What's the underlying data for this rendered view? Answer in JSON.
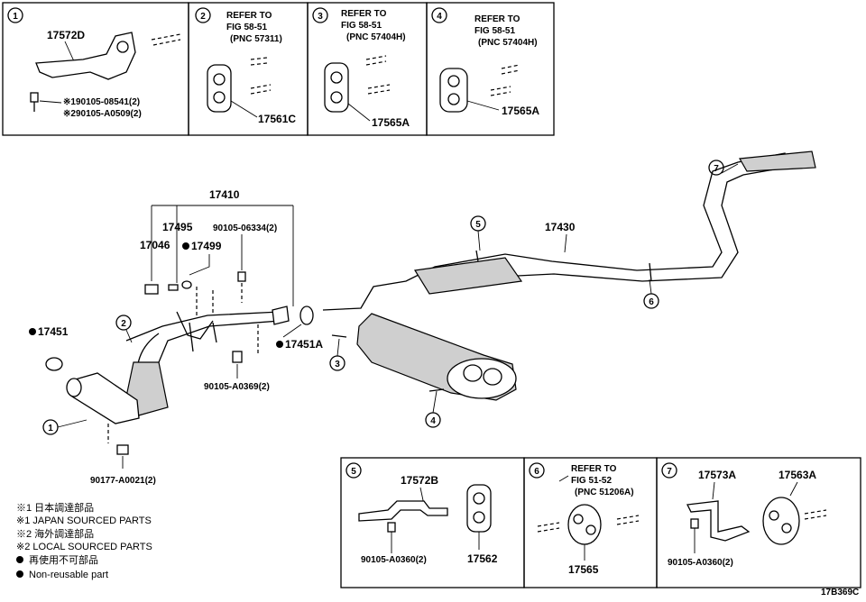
{
  "insets_top": [
    {
      "num": "1",
      "part": "17572D",
      "bolts": [
        "※190105-08541(2)",
        "※290105-A0509(2)"
      ]
    },
    {
      "num": "2",
      "refer": [
        "REFER TO",
        "FIG 58-51",
        "(PNC 57311)"
      ],
      "part": "17561C"
    },
    {
      "num": "3",
      "refer": [
        "REFER TO",
        "FIG 58-51",
        "(PNC 57404H)"
      ],
      "part": "17565A"
    },
    {
      "num": "4",
      "refer": [
        "REFER TO",
        "FIG 58-51",
        "(PNC 57404H)"
      ],
      "part": "17565A"
    }
  ],
  "main": {
    "group_17410": "17410",
    "p17495": "17495",
    "p90105_06334": "90105-06334(2)",
    "p17046": "17046",
    "p17499": "17499",
    "p17451": "17451",
    "p17451A": "17451A",
    "p90105_A0369": "90105-A0369(2)",
    "p90177_A0021": "90177-A0021(2)",
    "p17430": "17430",
    "callouts": [
      "1",
      "2",
      "3",
      "4",
      "5",
      "6",
      "7"
    ]
  },
  "insets_bottom": [
    {
      "num": "5",
      "part_a": "17572B",
      "bolt": "90105-A0360(2)",
      "part_b": "17562"
    },
    {
      "num": "6",
      "refer": [
        "REFER TO",
        "FIG 51-52",
        "(PNC 51206A)"
      ],
      "part": "17565"
    },
    {
      "num": "7",
      "part_a": "17573A",
      "part_b": "17563A",
      "bolt": "90105-A0360(2)"
    }
  ],
  "legend": [
    "※1 日本調達部品",
    "※1 JAPAN SOURCED PARTS",
    "※2 海外調達部品",
    "※2 LOCAL SOURCED PARTS",
    "再使用不可部品",
    "Non-reusable part"
  ],
  "figure_code": "17B369C"
}
